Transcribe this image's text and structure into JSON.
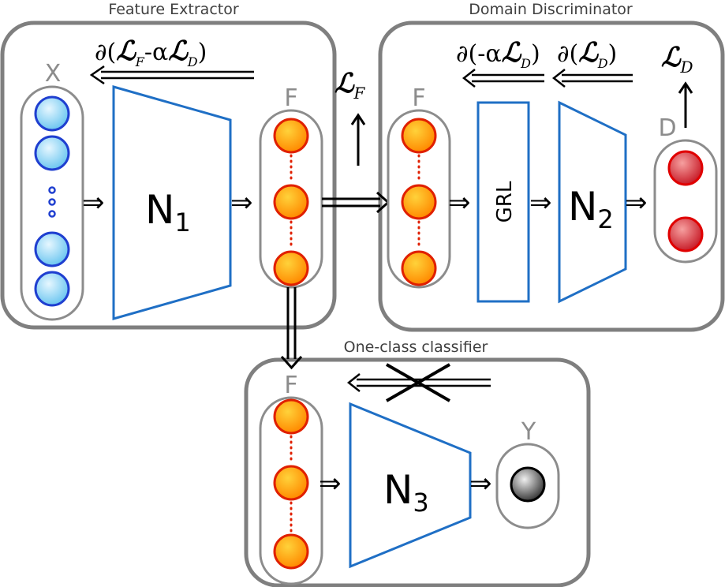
{
  "panels": {
    "feature_extractor": "Feature Extractor",
    "domain_discriminator": "Domain Discriminator",
    "one_class_classifier": "One-class classifier"
  },
  "layers": {
    "input": "X",
    "features": "F",
    "domain": "D",
    "output": "Y"
  },
  "networks": {
    "n1": {
      "base": "N",
      "sub": "1"
    },
    "n2": {
      "base": "N",
      "sub": "2"
    },
    "n3": {
      "base": "N",
      "sub": "3"
    }
  },
  "grl_label": "GRL",
  "gradients": {
    "feature": {
      "open": "∂(",
      "l1": "ℒ",
      "s1": "F",
      "mid": "-α",
      "l2": "ℒ",
      "s2": "D",
      "close": ")"
    },
    "grl": {
      "open": "∂(-α",
      "l": "ℒ",
      "s": "D",
      "close": ")"
    },
    "disc": {
      "open": "∂(",
      "l": "ℒ",
      "s": "D",
      "close": ")"
    }
  },
  "losses": {
    "lf": {
      "l": "ℒ",
      "s": "F"
    },
    "ld": {
      "l": "ℒ",
      "s": "D"
    }
  },
  "colors": {
    "panel_border": "#7f7f7f",
    "network_blue": "#1f6fc5",
    "input_node": "#9ad6f5",
    "feature_node": "#ff9a00",
    "domain_node": "#d8222d",
    "output_node": "#5a5a5a"
  }
}
